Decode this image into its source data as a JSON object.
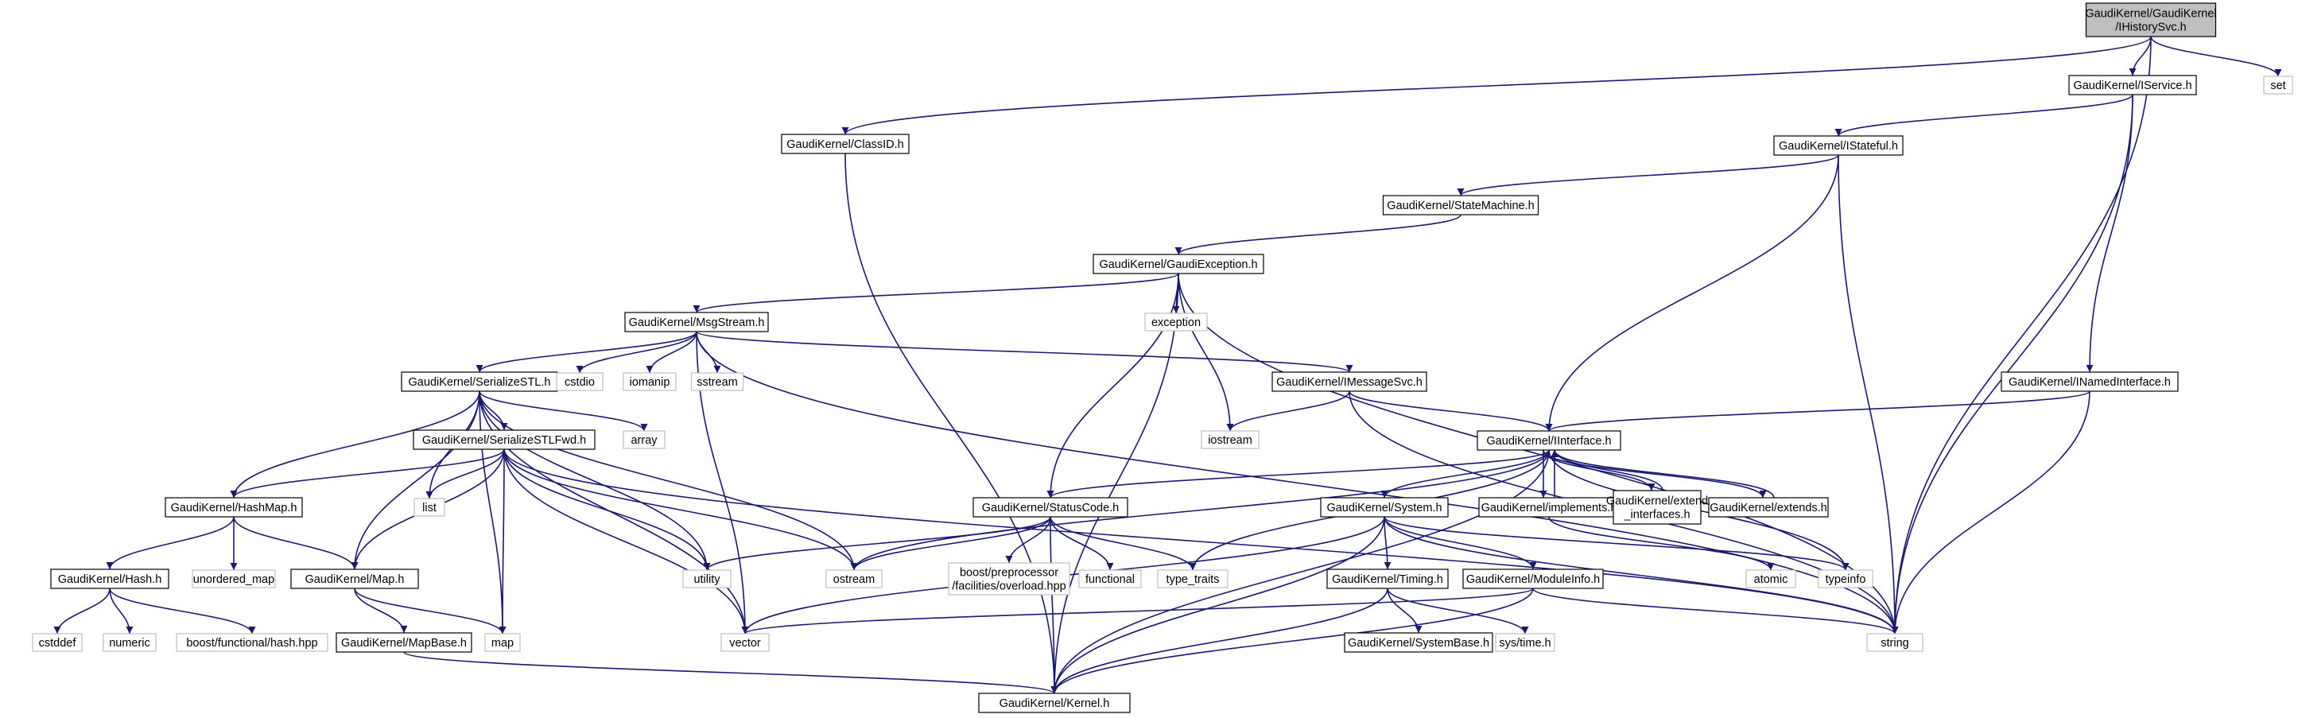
{
  "colors": {
    "edge": "#191970",
    "node_border": "#000000",
    "node_fill": "#ffffff",
    "root_fill": "#bfbfbf",
    "external_border": "#bfbfbf",
    "text": "#000000"
  },
  "nodes": [
    {
      "id": "ihistorysvc",
      "label": [
        "GaudiKernel/GaudiKernel",
        "/IHistorySvc.h"
      ],
      "kind": "root"
    },
    {
      "id": "iservice",
      "label": [
        "GaudiKernel/IService.h"
      ],
      "kind": "header"
    },
    {
      "id": "set",
      "label": [
        "set"
      ],
      "kind": "external"
    },
    {
      "id": "classid",
      "label": [
        "GaudiKernel/ClassID.h"
      ],
      "kind": "header"
    },
    {
      "id": "istateful",
      "label": [
        "GaudiKernel/IStateful.h"
      ],
      "kind": "header"
    },
    {
      "id": "statemachine",
      "label": [
        "GaudiKernel/StateMachine.h"
      ],
      "kind": "header"
    },
    {
      "id": "gaudiexception",
      "label": [
        "GaudiKernel/GaudiException.h"
      ],
      "kind": "header"
    },
    {
      "id": "exception",
      "label": [
        "exception"
      ],
      "kind": "external"
    },
    {
      "id": "msgstream",
      "label": [
        "GaudiKernel/MsgStream.h"
      ],
      "kind": "header"
    },
    {
      "id": "serializestl",
      "label": [
        "GaudiKernel/SerializeSTL.h"
      ],
      "kind": "header"
    },
    {
      "id": "cstdio",
      "label": [
        "cstdio"
      ],
      "kind": "external"
    },
    {
      "id": "iomanip",
      "label": [
        "iomanip"
      ],
      "kind": "external"
    },
    {
      "id": "sstream",
      "label": [
        "sstream"
      ],
      "kind": "external"
    },
    {
      "id": "imessagesvc",
      "label": [
        "GaudiKernel/IMessageSvc.h"
      ],
      "kind": "header"
    },
    {
      "id": "inamedinterface",
      "label": [
        "GaudiKernel/INamedInterface.h"
      ],
      "kind": "header"
    },
    {
      "id": "iostream",
      "label": [
        "iostream"
      ],
      "kind": "external"
    },
    {
      "id": "array",
      "label": [
        "array"
      ],
      "kind": "external"
    },
    {
      "id": "serializestlfwd",
      "label": [
        "GaudiKernel/SerializeSTLFwd.h"
      ],
      "kind": "header"
    },
    {
      "id": "iinterface",
      "label": [
        "GaudiKernel/IInterface.h"
      ],
      "kind": "header"
    },
    {
      "id": "list",
      "label": [
        "list"
      ],
      "kind": "external"
    },
    {
      "id": "hashmap",
      "label": [
        "GaudiKernel/HashMap.h"
      ],
      "kind": "header"
    },
    {
      "id": "statuscode",
      "label": [
        "GaudiKernel/StatusCode.h"
      ],
      "kind": "header"
    },
    {
      "id": "system",
      "label": [
        "GaudiKernel/System.h"
      ],
      "kind": "header"
    },
    {
      "id": "implements",
      "label": [
        "GaudiKernel/implements.h"
      ],
      "kind": "header"
    },
    {
      "id": "extendinterfaces",
      "label": [
        "GaudiKernel/extend",
        "_interfaces.h"
      ],
      "kind": "header"
    },
    {
      "id": "extends",
      "label": [
        "GaudiKernel/extends.h"
      ],
      "kind": "header"
    },
    {
      "id": "hash",
      "label": [
        "GaudiKernel/Hash.h"
      ],
      "kind": "header"
    },
    {
      "id": "unorderedmap",
      "label": [
        "unordered_map"
      ],
      "kind": "external"
    },
    {
      "id": "map_h",
      "label": [
        "GaudiKernel/Map.h"
      ],
      "kind": "header"
    },
    {
      "id": "utility",
      "label": [
        "utility"
      ],
      "kind": "external"
    },
    {
      "id": "ostream",
      "label": [
        "ostream"
      ],
      "kind": "external"
    },
    {
      "id": "boostpp",
      "label": [
        "boost/preprocessor",
        "/facilities/overload.hpp"
      ],
      "kind": "external"
    },
    {
      "id": "functional",
      "label": [
        "functional"
      ],
      "kind": "external"
    },
    {
      "id": "typetraits",
      "label": [
        "type_traits"
      ],
      "kind": "external"
    },
    {
      "id": "timing",
      "label": [
        "GaudiKernel/Timing.h"
      ],
      "kind": "header"
    },
    {
      "id": "moduleinfo",
      "label": [
        "GaudiKernel/ModuleInfo.h"
      ],
      "kind": "header"
    },
    {
      "id": "atomic",
      "label": [
        "atomic"
      ],
      "kind": "external"
    },
    {
      "id": "typeinfo",
      "label": [
        "typeinfo"
      ],
      "kind": "external"
    },
    {
      "id": "cstddef",
      "label": [
        "cstddef"
      ],
      "kind": "external"
    },
    {
      "id": "numeric",
      "label": [
        "numeric"
      ],
      "kind": "external"
    },
    {
      "id": "boosthash",
      "label": [
        "boost/functional/hash.hpp"
      ],
      "kind": "external"
    },
    {
      "id": "mapbase",
      "label": [
        "GaudiKernel/MapBase.h"
      ],
      "kind": "header"
    },
    {
      "id": "map",
      "label": [
        "map"
      ],
      "kind": "external"
    },
    {
      "id": "vector",
      "label": [
        "vector"
      ],
      "kind": "external"
    },
    {
      "id": "systembase",
      "label": [
        "GaudiKernel/SystemBase.h"
      ],
      "kind": "header"
    },
    {
      "id": "systime",
      "label": [
        "sys/time.h"
      ],
      "kind": "external"
    },
    {
      "id": "string",
      "label": [
        "string"
      ],
      "kind": "external"
    },
    {
      "id": "kernel",
      "label": [
        "GaudiKernel/Kernel.h"
      ],
      "kind": "header"
    }
  ],
  "edges": [
    [
      "ihistorysvc",
      "iservice"
    ],
    [
      "ihistorysvc",
      "set"
    ],
    [
      "ihistorysvc",
      "classid"
    ],
    [
      "ihistorysvc",
      "string"
    ],
    [
      "iservice",
      "istateful"
    ],
    [
      "iservice",
      "inamedinterface"
    ],
    [
      "iservice",
      "string"
    ],
    [
      "classid",
      "kernel"
    ],
    [
      "istateful",
      "statemachine"
    ],
    [
      "istateful",
      "iinterface"
    ],
    [
      "istateful",
      "string"
    ],
    [
      "statemachine",
      "gaudiexception"
    ],
    [
      "gaudiexception",
      "msgstream"
    ],
    [
      "gaudiexception",
      "exception"
    ],
    [
      "gaudiexception",
      "iostream"
    ],
    [
      "gaudiexception",
      "statuscode"
    ],
    [
      "gaudiexception",
      "kernel"
    ],
    [
      "gaudiexception",
      "string"
    ],
    [
      "msgstream",
      "serializestl"
    ],
    [
      "msgstream",
      "cstdio"
    ],
    [
      "msgstream",
      "iomanip"
    ],
    [
      "msgstream",
      "sstream"
    ],
    [
      "msgstream",
      "imessagesvc"
    ],
    [
      "msgstream",
      "vector"
    ],
    [
      "msgstream",
      "string"
    ],
    [
      "serializestl",
      "serializestlfwd"
    ],
    [
      "serializestl",
      "array"
    ],
    [
      "serializestl",
      "list"
    ],
    [
      "serializestl",
      "hashmap"
    ],
    [
      "serializestl",
      "map_h"
    ],
    [
      "serializestl",
      "utility"
    ],
    [
      "serializestl",
      "ostream"
    ],
    [
      "serializestl",
      "map"
    ],
    [
      "serializestl",
      "vector"
    ],
    [
      "serializestlfwd",
      "hashmap"
    ],
    [
      "serializestlfwd",
      "list"
    ],
    [
      "serializestlfwd",
      "map_h"
    ],
    [
      "serializestlfwd",
      "utility"
    ],
    [
      "serializestlfwd",
      "ostream"
    ],
    [
      "serializestlfwd",
      "map"
    ],
    [
      "serializestlfwd",
      "vector"
    ],
    [
      "serializestlfwd",
      "string"
    ],
    [
      "imessagesvc",
      "iinterface"
    ],
    [
      "imessagesvc",
      "iostream"
    ],
    [
      "imessagesvc",
      "string"
    ],
    [
      "inamedinterface",
      "iinterface"
    ],
    [
      "inamedinterface",
      "string"
    ],
    [
      "iinterface",
      "statuscode"
    ],
    [
      "iinterface",
      "system"
    ],
    [
      "iinterface",
      "implements"
    ],
    [
      "iinterface",
      "extendinterfaces"
    ],
    [
      "iinterface",
      "extends"
    ],
    [
      "iinterface",
      "ostream"
    ],
    [
      "iinterface",
      "typetraits"
    ],
    [
      "iinterface",
      "typeinfo"
    ],
    [
      "iinterface",
      "kernel"
    ],
    [
      "implements",
      "iinterface"
    ],
    [
      "extendinterfaces",
      "iinterface"
    ],
    [
      "extends",
      "iinterface"
    ],
    [
      "implements",
      "atomic"
    ],
    [
      "hashmap",
      "hash"
    ],
    [
      "hashmap",
      "unorderedmap"
    ],
    [
      "hashmap",
      "map_h"
    ],
    [
      "hash",
      "cstddef"
    ],
    [
      "hash",
      "numeric"
    ],
    [
      "hash",
      "boosthash"
    ],
    [
      "map_h",
      "mapbase"
    ],
    [
      "map_h",
      "map"
    ],
    [
      "mapbase",
      "kernel"
    ],
    [
      "statuscode",
      "utility"
    ],
    [
      "statuscode",
      "ostream"
    ],
    [
      "statuscode",
      "boostpp"
    ],
    [
      "statuscode",
      "functional"
    ],
    [
      "statuscode",
      "typetraits"
    ],
    [
      "statuscode",
      "kernel"
    ],
    [
      "system",
      "timing"
    ],
    [
      "system",
      "moduleinfo"
    ],
    [
      "system",
      "typeinfo"
    ],
    [
      "system",
      "vector"
    ],
    [
      "system",
      "string"
    ],
    [
      "system",
      "kernel"
    ],
    [
      "timing",
      "systembase"
    ],
    [
      "timing",
      "systime"
    ],
    [
      "timing",
      "kernel"
    ],
    [
      "moduleinfo",
      "vector"
    ],
    [
      "moduleinfo",
      "string"
    ],
    [
      "moduleinfo",
      "kernel"
    ]
  ]
}
